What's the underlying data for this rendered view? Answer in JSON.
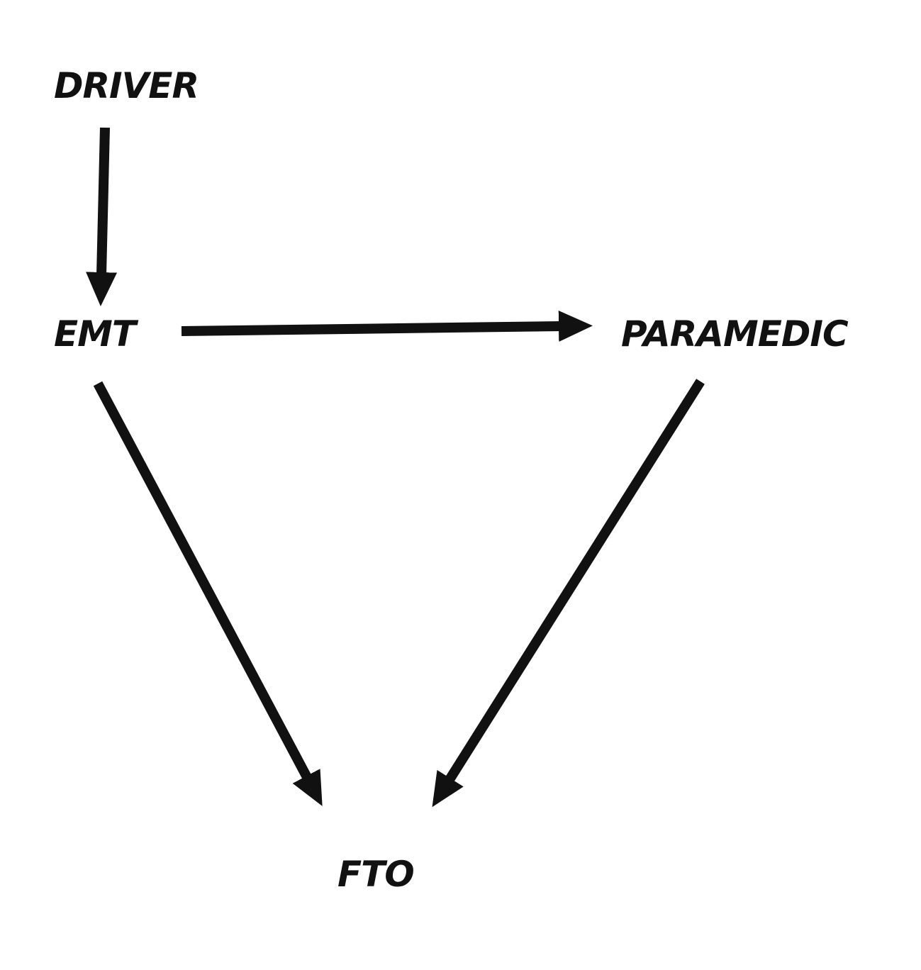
{
  "nodes": {
    "driver": "DRIVER",
    "emt": "EMT",
    "paramedic": "PARAMEDIC",
    "fto": "FTO"
  },
  "edges": [
    {
      "from": "DRIVER",
      "to": "EMT"
    },
    {
      "from": "EMT",
      "to": "PARAMEDIC"
    },
    {
      "from": "EMT",
      "to": "FTO"
    },
    {
      "from": "PARAMEDIC",
      "to": "FTO"
    }
  ],
  "colors": {
    "ink": "#111111",
    "background": "#ffffff"
  }
}
